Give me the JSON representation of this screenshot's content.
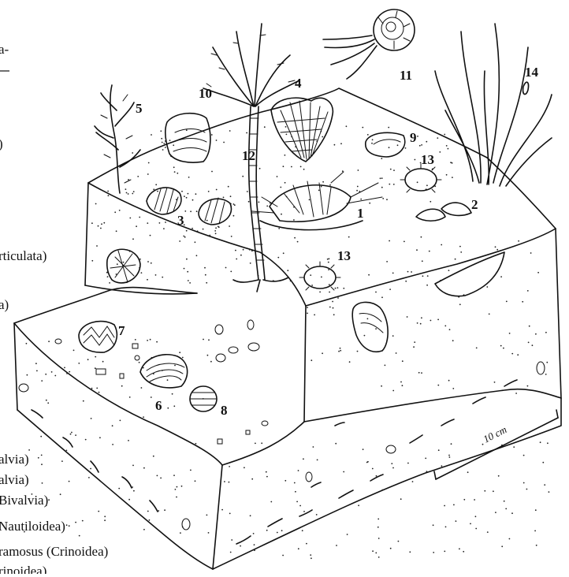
{
  "figure": {
    "legend_lines": [
      "a-",
      ")",
      "rticulata)",
      "a)",
      "alvia)",
      "alvia)",
      "Bivalvia)",
      "Nautiloidea)",
      "ramosus (Crinoidea)"
    ],
    "scale_label": "10 cm",
    "callouts": [
      "1",
      "2",
      "3",
      "4",
      "5",
      "6",
      "7",
      "8",
      "9",
      "10",
      "11",
      "12",
      "13",
      "13",
      "14"
    ]
  }
}
